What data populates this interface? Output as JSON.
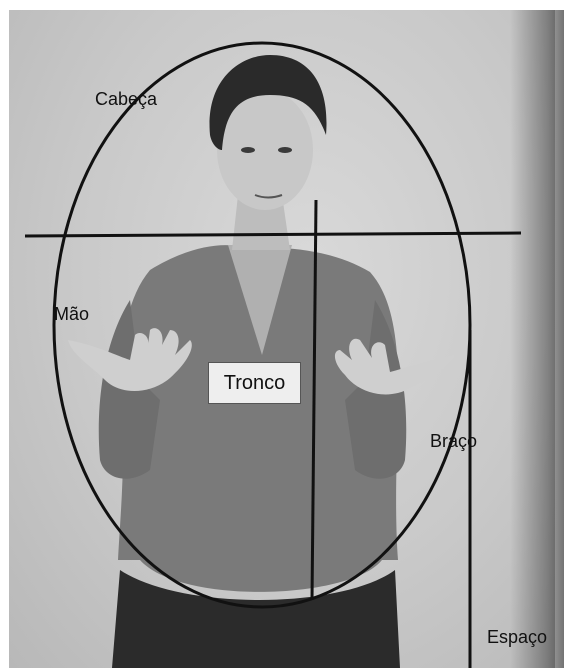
{
  "labels": {
    "head": "Cabeça",
    "hand": "Mão",
    "trunk": "Tronco",
    "arm": "Braço",
    "space": "Espaço"
  }
}
